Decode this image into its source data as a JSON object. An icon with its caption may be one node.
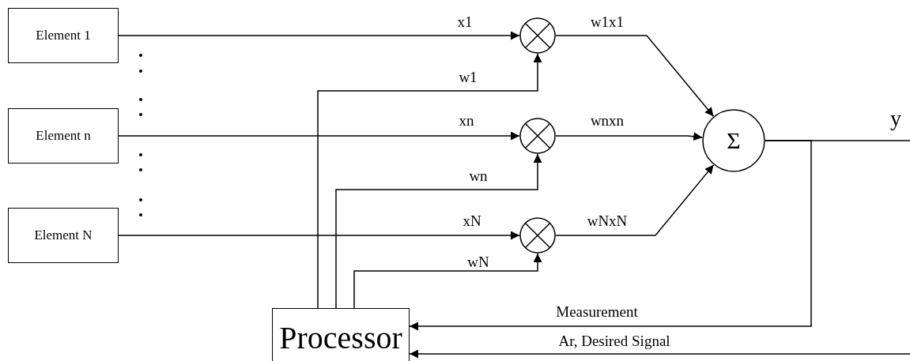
{
  "diagram": {
    "nodes": [
      {
        "text": [
          "Element 1"
        ]
      },
      {
        "text": [
          "Element n"
        ]
      },
      {
        "text": [
          "Element N"
        ]
      },
      {
        "text": [],
        "shape": "circle"
      },
      {
        "text": [],
        "shape": "circle"
      },
      {
        "text": [],
        "shape": "circle"
      },
      {
        "text": [
          "Σ"
        ]
      },
      {
        "text": [
          "Processor"
        ]
      }
    ],
    "edges": [
      {
        "from": 0,
        "to": 3,
        "arrow": "to",
        "label": "x1"
      },
      {
        "from": 1,
        "to": 4,
        "arrow": "to",
        "label": "xn"
      },
      {
        "from": 2,
        "to": 5,
        "arrow": "to",
        "label": "xN"
      },
      {
        "from": 7,
        "to": 3,
        "arrow": "to",
        "label": "w1"
      },
      {
        "from": 7,
        "to": 4,
        "arrow": "to",
        "label": "wn"
      },
      {
        "from": 7,
        "to": 5,
        "arrow": "to",
        "label": "wN"
      },
      {
        "from": 3,
        "to": 6,
        "arrow": "to",
        "label": "w1x1"
      },
      {
        "from": 4,
        "to": 6,
        "arrow": "to",
        "label": "wnxn"
      },
      {
        "from": 5,
        "to": 6,
        "arrow": "to",
        "label": "wNxN"
      },
      {
        "from": 6,
        "to": null,
        "arrow": "none",
        "label": "y"
      },
      {
        "from": 6,
        "to": 7,
        "arrow": "to",
        "label": "Measurement"
      },
      {
        "from": null,
        "to": 7,
        "arrow": "to",
        "label": "Ar, Desired Signal"
      }
    ]
  }
}
